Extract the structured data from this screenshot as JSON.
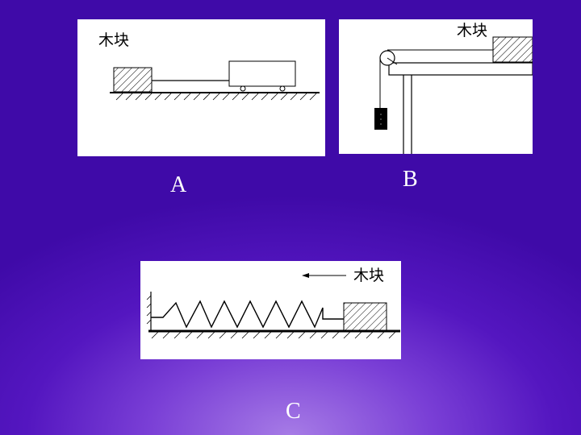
{
  "panels": {
    "a": {
      "caption": "A",
      "block_label": "木块"
    },
    "b": {
      "caption": "B",
      "block_label": "木块"
    },
    "c": {
      "caption": "C",
      "block_label": "木块"
    }
  },
  "colors": {
    "panel_bg": "#ffffff",
    "ink": "#000000",
    "caption": "#ffffff",
    "slide_bg": "#5416c0"
  }
}
